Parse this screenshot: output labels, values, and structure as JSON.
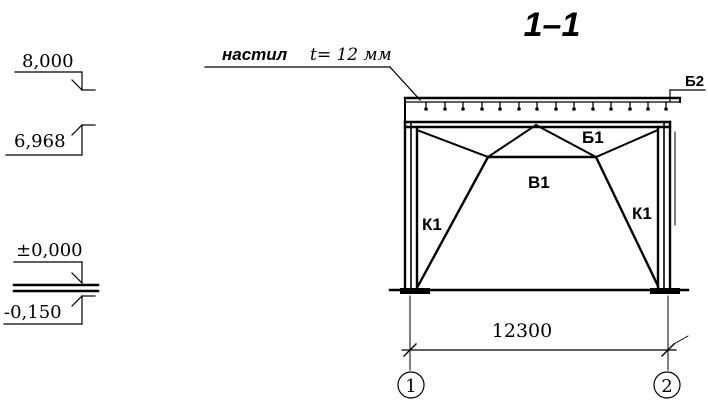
{
  "section": {
    "title": "1–1",
    "decking_label": "настил",
    "decking_thickness": "t= 12 мм"
  },
  "elevations": [
    {
      "value": "8,000"
    },
    {
      "value": "6,968"
    },
    {
      "value": "±0,000"
    },
    {
      "value": "-0,150"
    }
  ],
  "members": {
    "beam_b2": "Б2",
    "beam_b1": "Б1",
    "tie_v1": "В1",
    "strut_left": "К1",
    "strut_right": "К1"
  },
  "span": {
    "dimension": "12300"
  },
  "axes": [
    {
      "label": "1"
    },
    {
      "label": "2"
    }
  ],
  "colors": {
    "ink": "#000000",
    "paper": "#ffffff"
  }
}
